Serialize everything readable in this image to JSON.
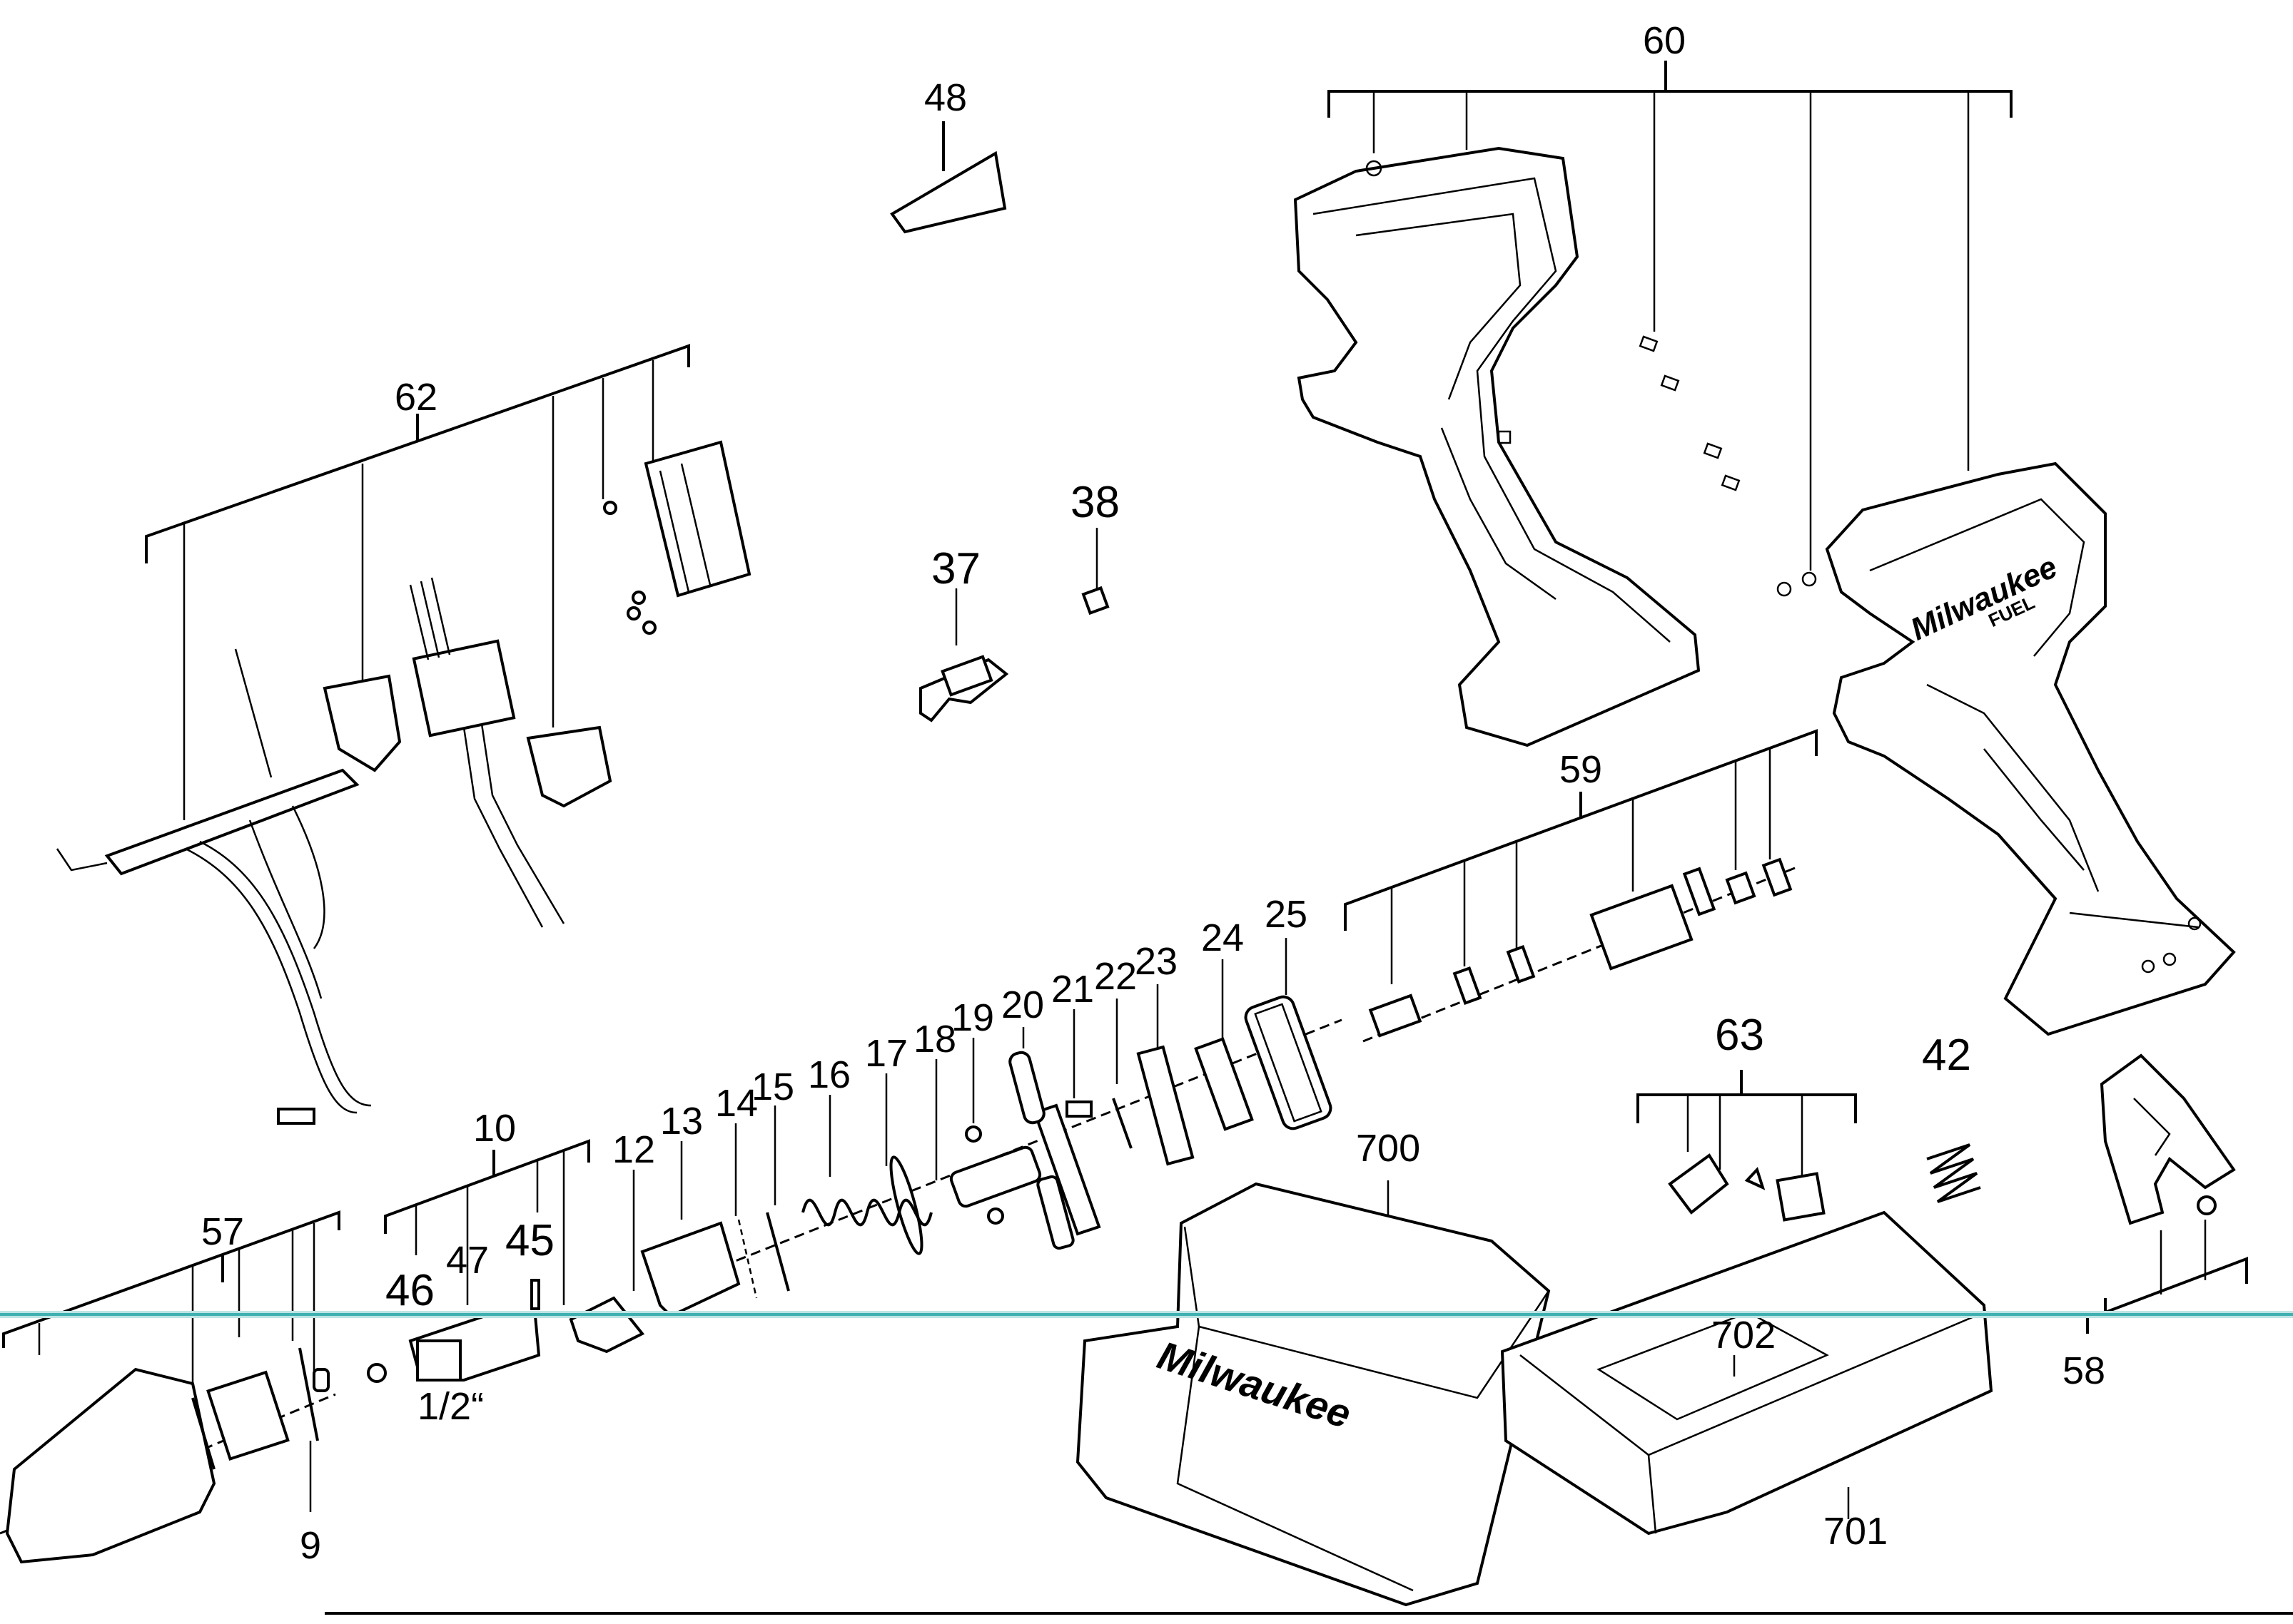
{
  "diagram": {
    "labels": {
      "p60": "60",
      "p48": "48",
      "p62": "62",
      "p38": "38",
      "p37": "37",
      "p59": "59",
      "p25": "25",
      "p24": "24",
      "p23": "23",
      "p22": "22",
      "p21": "21",
      "p20": "20",
      "p19": "19",
      "p18": "18",
      "p17": "17",
      "p16": "16",
      "p15": "15",
      "p14": "14",
      "p13": "13",
      "p12": "12",
      "p10": "10",
      "p45": "45",
      "p46": "46",
      "p47": "47",
      "p57": "57",
      "p9": "9",
      "p700": "700",
      "p63": "63",
      "p42": "42",
      "p702": "702",
      "p701": "701",
      "p58": "58",
      "anvil_size": "1/2“"
    },
    "brand_text": "Milwaukee",
    "fuel_text": "FUEL"
  }
}
